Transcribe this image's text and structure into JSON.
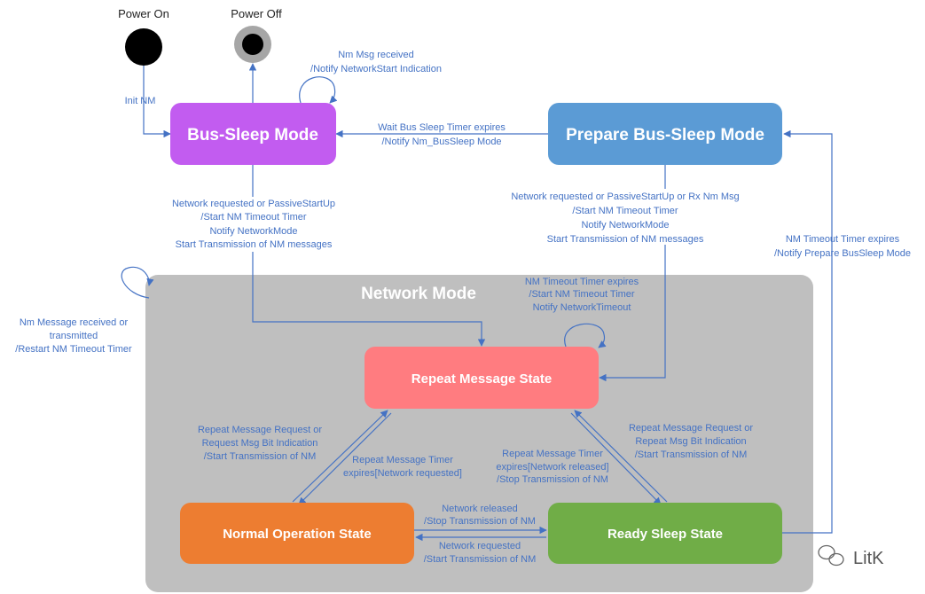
{
  "initial": {
    "power_on": "Power On",
    "power_off": "Power Off",
    "init_label": "Init NM"
  },
  "network_mode": {
    "title": "Network Mode"
  },
  "states": {
    "bus_sleep": "Bus-Sleep Mode",
    "prepare_bus_sleep": "Prepare Bus-Sleep Mode",
    "repeat_message": "Repeat Message State",
    "normal_operation": "Normal Operation State",
    "ready_sleep": "Ready Sleep State"
  },
  "colors": {
    "bus_sleep": "#c25cf0",
    "prepare_bus_sleep": "#5b9bd5",
    "repeat_message": "#ff7c80",
    "normal_operation": "#ed7d31",
    "ready_sleep": "#70ad47",
    "network_mode": "#bfbfbf",
    "edge": "#4472c4"
  },
  "transitions": {
    "self_bus_sleep": [
      "Nm Msg received",
      "/Notify NetworkStart Indication"
    ],
    "prepare_to_bus_sleep": [
      "Wait Bus Sleep Timer expires",
      "/Notify Nm_BusSleep Mode"
    ],
    "bus_sleep_to_repeat": [
      "Network requested or PassiveStartUp",
      "/Start NM Timeout Timer",
      "Notify NetworkMode",
      "Start Transmission of NM messages"
    ],
    "prepare_to_repeat": [
      "Network requested or PassiveStartUp or Rx Nm Msg",
      "/Start NM Timeout Timer",
      "Notify NetworkMode",
      "Start Transmission of NM messages"
    ],
    "network_to_prepare": [
      "NM Timeout Timer expires",
      "/Notify Prepare BusSleep Mode"
    ],
    "network_self": [
      "Nm Message received or",
      "transmitted",
      "/Restart NM Timeout Timer"
    ],
    "repeat_self": [
      "NM Timeout Timer expires",
      "/Start NM Timeout Timer",
      "Notify NetworkTimeout"
    ],
    "normal_to_repeat": [
      "Repeat Message Request or",
      "Request Msg Bit Indication",
      "/Start Transmission of NM"
    ],
    "repeat_to_normal": [
      "Repeat Message Timer",
      "expires[Network requested]"
    ],
    "repeat_to_ready": [
      "Repeat Message Timer",
      "expires[Network released]",
      "/Stop Transmission of NM"
    ],
    "ready_to_repeat": [
      "Repeat Message Request or",
      "Repeat Msg Bit Indication",
      "/Start Transmission of NM"
    ],
    "normal_to_ready": [
      "Network released",
      "/Stop Transmission of NM"
    ],
    "ready_to_normal": [
      "Network requested",
      "/Start Transmission of NM"
    ]
  },
  "watermark": "LitK"
}
